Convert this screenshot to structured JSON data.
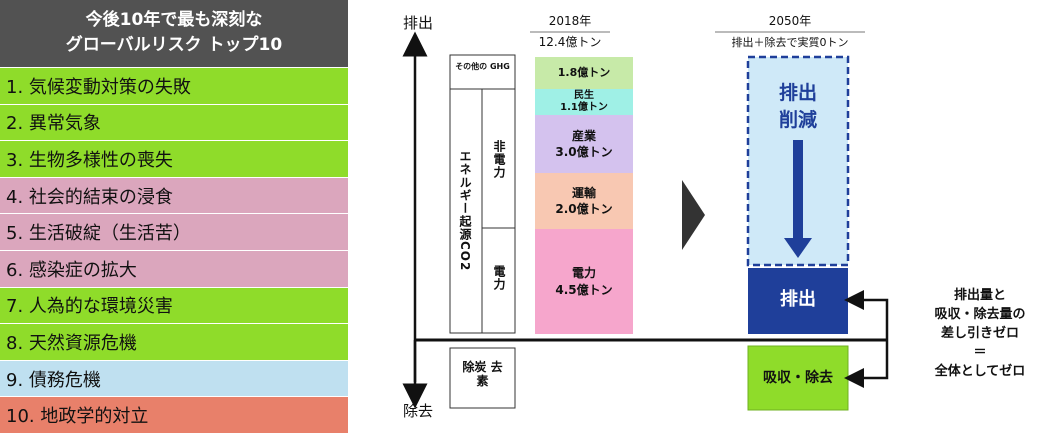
{
  "risk_list": {
    "title_line1": "今後10年で最も深刻な",
    "title_line2": "グローバルリスク トップ10",
    "items": [
      {
        "label": "1. 気候変動対策の失敗",
        "color": "#8fdc2a"
      },
      {
        "label": "2. 異常気象",
        "color": "#8fdc2a"
      },
      {
        "label": "3. 生物多様性の喪失",
        "color": "#8fdc2a"
      },
      {
        "label": "4. 社会的結束の浸食",
        "color": "#dba6bd"
      },
      {
        "label": "5. 生活破綻（生活苦）",
        "color": "#dba6bd"
      },
      {
        "label": "6. 感染症の拡大",
        "color": "#dba6bd"
      },
      {
        "label": "7. 人為的な環境災害",
        "color": "#8fdc2a"
      },
      {
        "label": "8. 天然資源危機",
        "color": "#8fdc2a"
      },
      {
        "label": "9. 債務危機",
        "color": "#bfe0f0"
      },
      {
        "label": "10. 地政学的対立",
        "color": "#e8806a"
      }
    ]
  },
  "axis": {
    "top_label": "排出",
    "bottom_label": "除去"
  },
  "year2018": {
    "title": "2018年",
    "total": "12.4億トン",
    "categories": {
      "other_ghg": "その他の GHG",
      "energy_co2": "エネルギー起源CO2",
      "non_power": "非電力",
      "power": "電力",
      "carbon_removal": "除炭 去素"
    },
    "segments": {
      "other": {
        "name": "",
        "value": "1.8億トン",
        "color": "#c7eaa8"
      },
      "residential": {
        "name": "民生",
        "value": "1.1億トン",
        "color": "#9ff0e6"
      },
      "industry": {
        "name": "産業",
        "value": "3.0億トン",
        "color": "#d4c2ee"
      },
      "transport": {
        "name": "運輸",
        "value": "2.0億トン",
        "color": "#f8c8b2"
      },
      "power": {
        "name": "電力",
        "value": "4.5億トン",
        "color": "#f6a6cc"
      }
    }
  },
  "year2050": {
    "title": "2050年",
    "subtitle": "排出＋除去で実質0トン",
    "reduction_line1": "排出",
    "reduction_line2": "削減",
    "emission": "排出",
    "removal": "吸収・除去"
  },
  "note": {
    "line1": "排出量と",
    "line2": "吸収・除去量の",
    "line3": "差し引きゼロ",
    "line4": "＝",
    "line5": "全体としてゼロ"
  },
  "colors": {
    "reduction_fill": "#cfe9f8",
    "reduction_border": "#1f3f9a",
    "emission_fill": "#1f3f9a",
    "removal_fill": "#8fdc2a",
    "arrow": "#1f3f9a"
  }
}
